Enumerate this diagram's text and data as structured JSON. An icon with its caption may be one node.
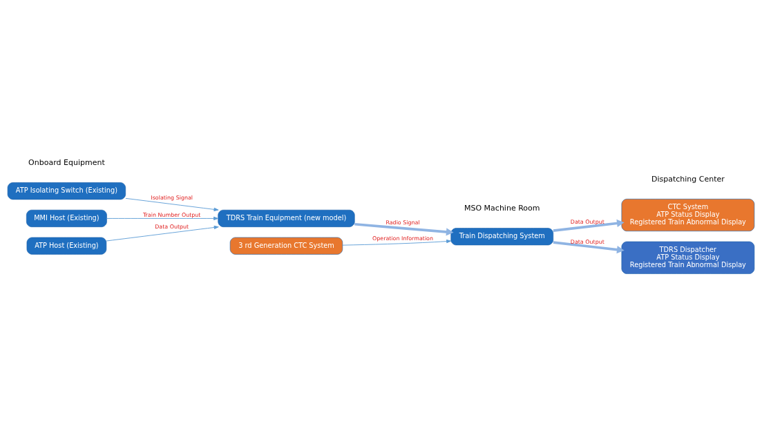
{
  "diagram": {
    "nodes": [
      {
        "text": [
          "ATP Isolating Switch (Existing)"
        ]
      },
      {
        "text": [
          "MMI Host (Existing)"
        ]
      },
      {
        "text": [
          "ATP Host (Existing)"
        ]
      },
      {
        "text": [
          "TDRS Train Equipment (new model)"
        ]
      },
      {
        "text": [
          "Train Dispatching System"
        ]
      },
      {
        "text": [
          "CTC System",
          "ATP Status Display",
          "Registered Train Abnormal Display"
        ]
      },
      {
        "text": [
          "TDRS Dispatcher",
          "ATP Status Display",
          "Registered Train Abnormal Display"
        ]
      },
      {
        "text": [
          "3 rd Generation CTC System"
        ]
      }
    ],
    "edges": [
      {
        "from": 0,
        "to": 3,
        "arrow": "to",
        "label": "Isolating Signal"
      },
      {
        "from": 1,
        "to": 3,
        "arrow": "to",
        "label": "Train Number Output"
      },
      {
        "from": 2,
        "to": 3,
        "arrow": "to",
        "label": "Data Output"
      },
      {
        "from": 3,
        "to": 4,
        "arrow": "to",
        "label": "Radio Signal",
        "style": "thick",
        "color": "#8fb4e3"
      },
      {
        "from": 4,
        "to": 5,
        "arrow": "to",
        "label": "Data Output",
        "style": "thick",
        "color": "#8fb4e3"
      },
      {
        "from": 4,
        "to": 6,
        "arrow": "to",
        "label": "Data Output",
        "style": "thick",
        "color": "#8fb4e3"
      },
      {
        "from": 7,
        "to": 4,
        "arrow": "to",
        "label": "Operation Information"
      }
    ],
    "labels": [
      "Onboard Equipment",
      "MSO Machine Room",
      "Dispatching Center"
    ]
  }
}
